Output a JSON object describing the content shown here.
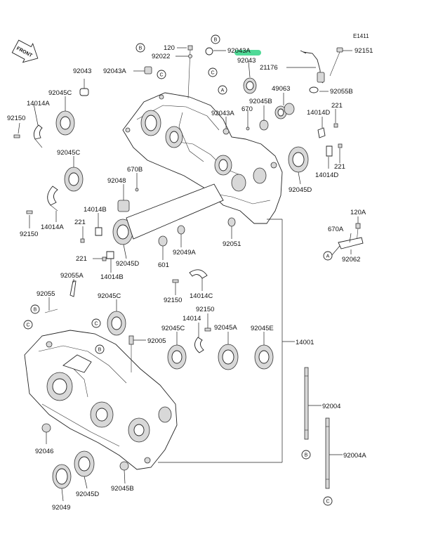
{
  "diagram_code": "E1411",
  "front_label": "FRONT",
  "highlight_color": "#3dd68c",
  "parts": {
    "p92151": "92151",
    "p120a_top": "120",
    "p92043a_top": "92043A",
    "p92043_top": "92043",
    "p92022": "92022",
    "p21176": "21176",
    "p92043_left": "92043",
    "p92043a_left": "92043A",
    "p49063": "49063",
    "p92055b": "92055B",
    "p92045c_1": "92045C",
    "p14014a_1": "14014A",
    "p92150_1": "92150",
    "p92043a_mid": "92043A",
    "p670_top": "670",
    "p92045b_top": "92045B",
    "p221_1": "221",
    "p14014d_1": "14014D",
    "p92045c_2": "92045C",
    "p670b": "670B",
    "p221_2": "221",
    "p14014d_2": "14014D",
    "p92045d_1": "92045D",
    "p92048": "92048",
    "p14014b_1": "14014B",
    "p221_3": "221",
    "p92150_2": "92150",
    "p14014a_2": "14014A",
    "p92051": "92051",
    "p120a_right": "120A",
    "p670a": "670A",
    "p92062": "92062",
    "p601": "601",
    "p92049a": "92049A",
    "p92045d_2": "92045D",
    "p221_4": "221",
    "p14014b_2": "14014B",
    "p92055a": "92055A",
    "p92055": "92055",
    "p92045c_3": "92045C",
    "p92150_3": "92150",
    "p14014c": "14014C",
    "p92150_4": "92150",
    "p14014": "14014",
    "p92045c_4": "92045C",
    "p92045a": "92045A",
    "p92045e": "92045E",
    "p14001": "14001",
    "p92005": "92005",
    "p92004": "92004",
    "p92004a": "92004A",
    "p92046": "92046",
    "p92045d_3": "92045D",
    "p92045b_bot": "92045B",
    "p92049": "92049"
  },
  "refs": {
    "b": "B",
    "c": "C",
    "a": "A"
  }
}
